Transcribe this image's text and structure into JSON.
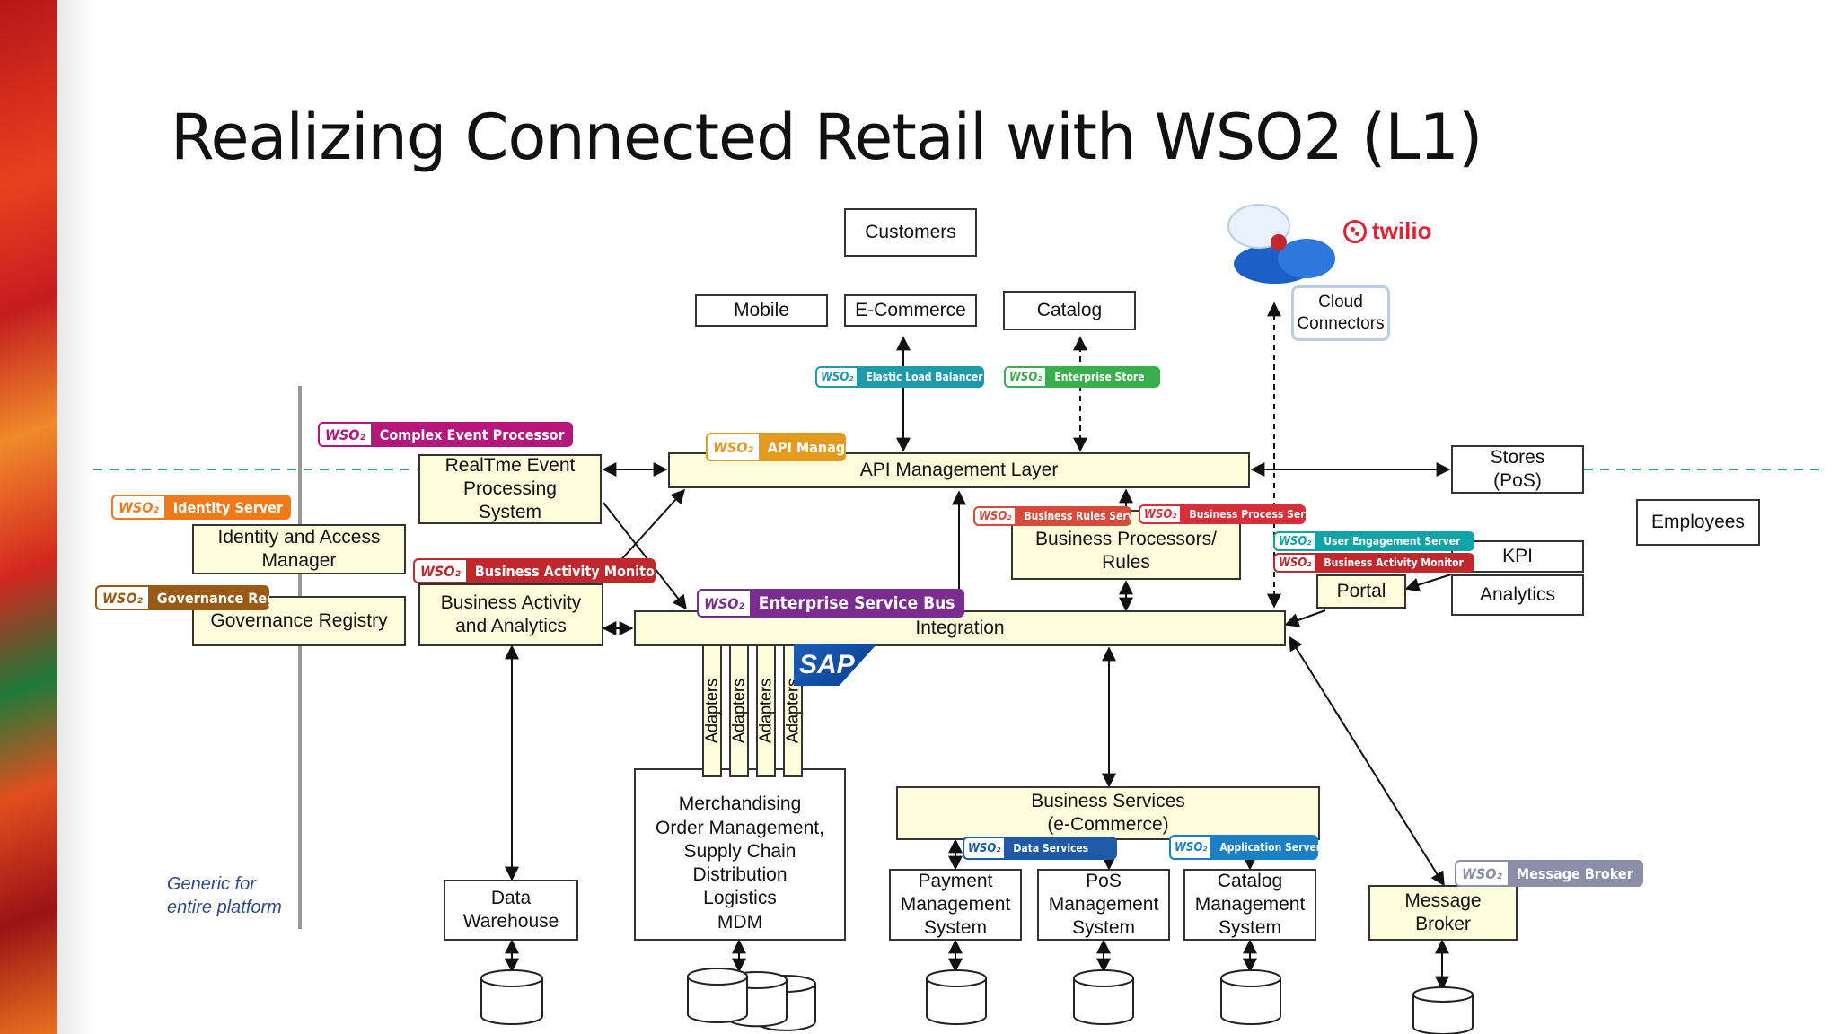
{
  "title": "Realizing Connected Retail with WSO2 (L1)",
  "note": "Generic for\nentire platform",
  "brands": {
    "twilio": "twilio",
    "sap": "SAP",
    "wso2": "WSO₂"
  },
  "colors": {
    "identity_server": "#f07a1a",
    "cep": "#b5177a",
    "governance": "#9a5a14",
    "bam": "#c0282e",
    "api_manager": "#e39a1e",
    "esb": "#7a2d8e",
    "teal": "#1e9aa8",
    "green": "#3aae4c",
    "brs": "#d64b3a",
    "bps": "#d8303a",
    "ues": "#12a3a6",
    "data_services": "#1f5aa6",
    "app_server": "#1b7fc4",
    "message_broker": "#8a8ea8"
  },
  "badges": {
    "identity_server": "Identity Server",
    "cep": "Complex Event Processor",
    "governance": "Governance Registry",
    "bam_left": "Business Activity Monitor",
    "api_manager": "API Manager",
    "esb": "Enterprise Service Bus",
    "elb": "Elastic Load Balancer",
    "store": "Enterprise Store",
    "brs": "Business Rules Server",
    "bps": "Business Process Server",
    "ues": "User Engagement Server",
    "bam_right": "Business Activity Monitor",
    "data_services": "Data Services",
    "app_server": "Application Server",
    "message_broker": "Message Broker"
  },
  "boxes": {
    "customers": "Customers",
    "mobile": "Mobile",
    "ecommerce": "E-Commerce",
    "catalog": "Catalog",
    "cloud": "Cloud\nConnectors",
    "api_layer": "API Management Layer",
    "realtime": "RealTme Event\nProcessing\nSystem",
    "iam": "Identity and Access\nManager",
    "gov": "Governance Registry",
    "bam": "Business Activity\nand Analytics",
    "integration": "Integration",
    "bp_rules": "Business Processors/\nRules",
    "stores": "Stores\n(PoS)",
    "employees": "Employees",
    "kpi": "KPI",
    "portal": "Portal",
    "analytics": "Analytics",
    "merch": "Merchandising\nOrder Management,\nSupply Chain\nDistribution\nLogistics\nMDM",
    "data_warehouse": "Data\nWarehouse",
    "biz_services": "Business Services\n(e-Commerce)",
    "payment": "Payment\nManagement\nSystem",
    "pos": "PoS\nManagement\nSystem",
    "catalog_mgmt": "Catalog\nManagement\nSystem",
    "message_broker": "Message\nBroker"
  },
  "adapters": [
    "Adapters",
    "Adapters",
    "Adapters",
    "Adapters"
  ]
}
